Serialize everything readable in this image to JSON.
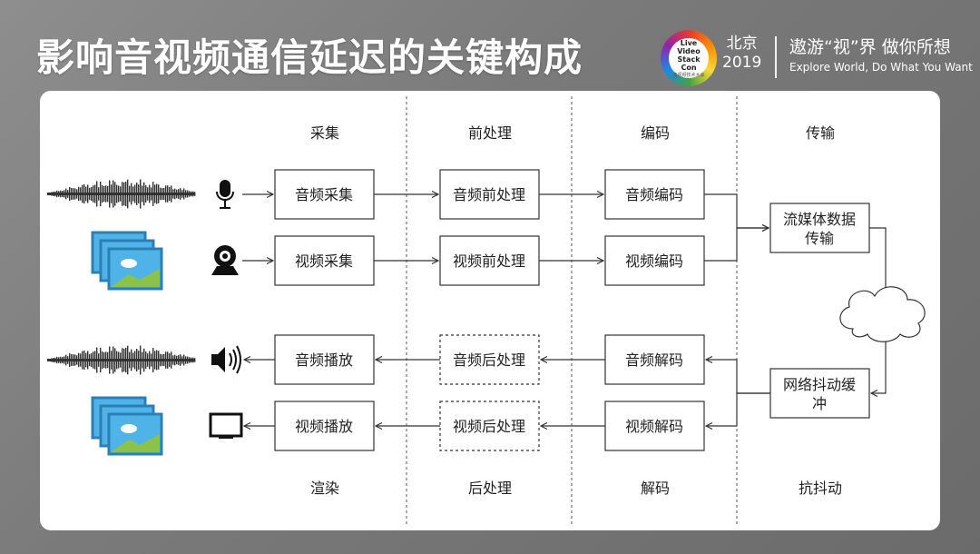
{
  "header": {
    "title": "影响音视频通信延迟的关键构成",
    "logo_text": [
      "Live",
      "Video",
      "Stack",
      "Con"
    ],
    "logo_subtext": "音视频技术大会",
    "city": "北京",
    "year": "2019",
    "slogan_cn": "遨游“视”界  做你所想",
    "slogan_en": "Explore World, Do What You Want"
  },
  "stages_top": [
    "采集",
    "前处理",
    "编码",
    "传输"
  ],
  "stages_bottom": [
    "渲染",
    "后处理",
    "解码",
    "抗抖动"
  ],
  "nodes": {
    "audio_capture": "音频采集",
    "video_capture": "视频采集",
    "audio_pre": "音频前处理",
    "video_pre": "视频前处理",
    "audio_encode": "音频编码",
    "video_encode": "视频编码",
    "stream_transport": [
      "流媒体数据",
      "传输"
    ],
    "jitter_buffer": [
      "网络抖动缓",
      "冲"
    ],
    "audio_decode": "音频解码",
    "video_decode": "视频解码",
    "audio_post": "音频后处理",
    "video_post": "视频后处理",
    "audio_play": "音频播放",
    "video_play": "视频播放"
  },
  "icons": {
    "microphone": "microphone-icon",
    "webcam": "webcam-icon",
    "speaker": "speaker-icon",
    "monitor": "monitor-icon",
    "waveform": "waveform-icon",
    "images": "image-stack-icon",
    "cloud": "cloud-icon"
  }
}
